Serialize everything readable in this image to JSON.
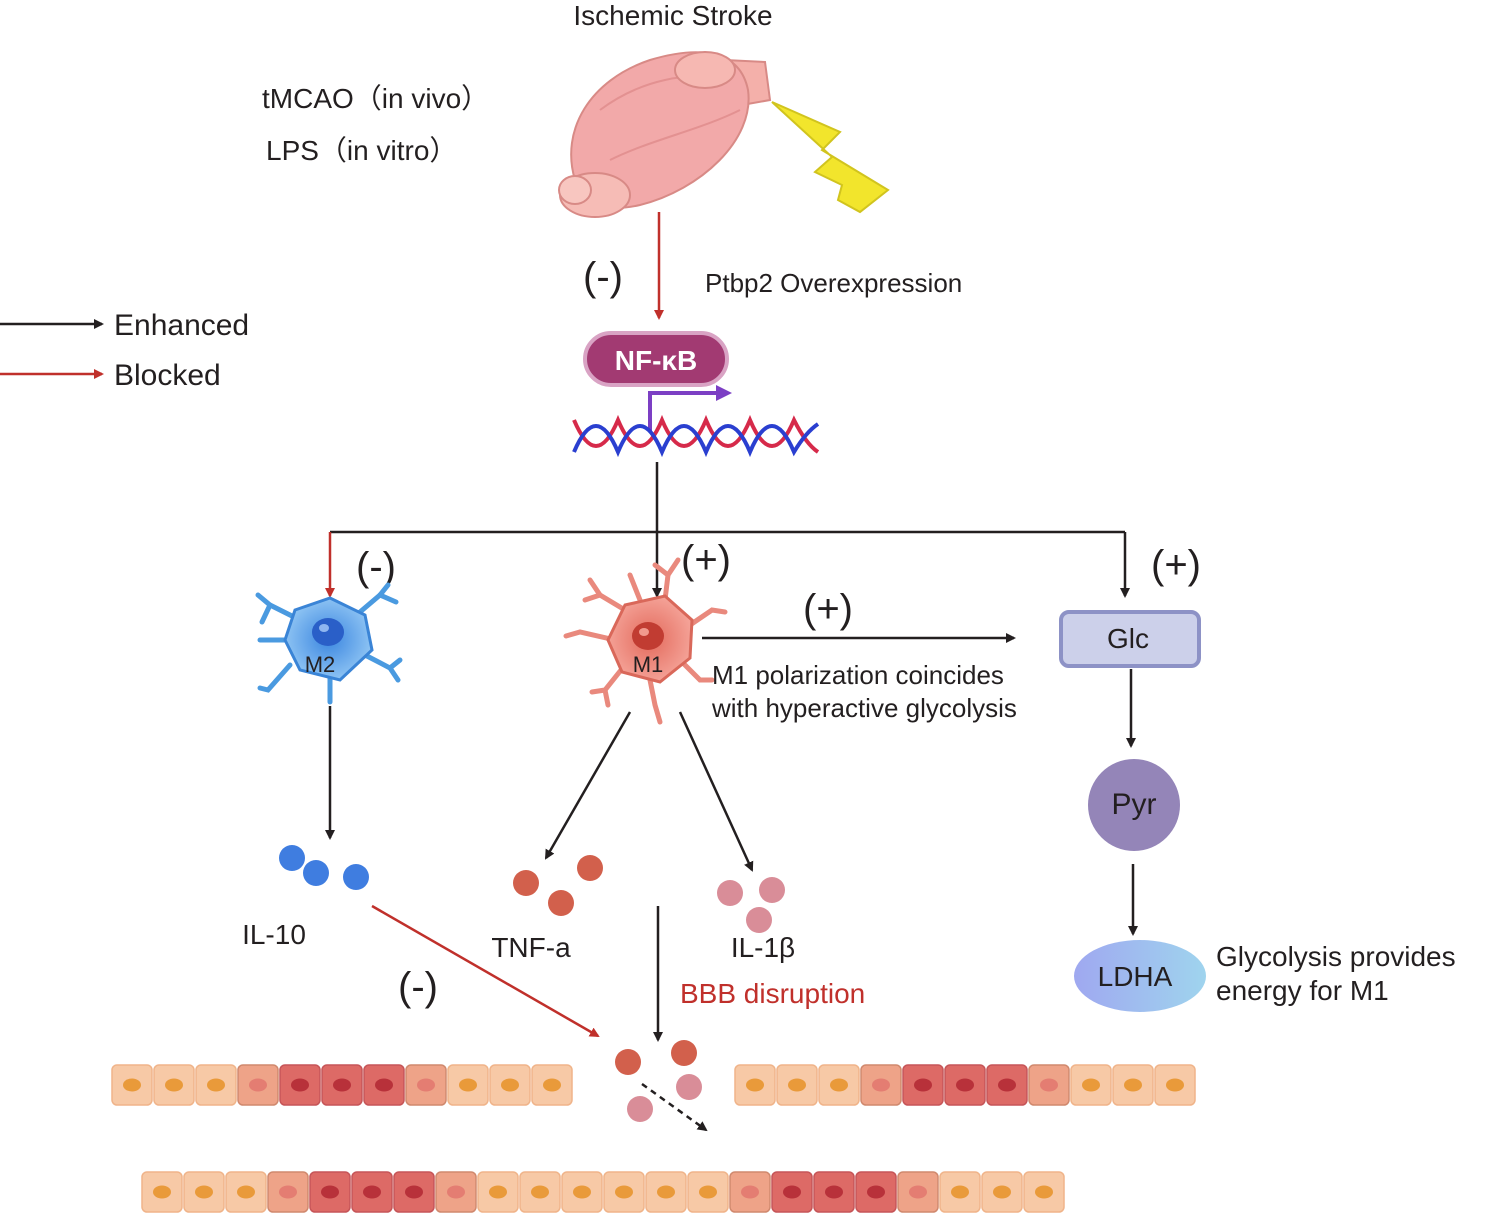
{
  "title": "Ischemic Stroke",
  "models": {
    "in_vivo": "tMCAO（in vivo）",
    "in_vitro": "LPS（in vitro）"
  },
  "legend": {
    "enhanced": "Enhanced",
    "blocked": "Blocked"
  },
  "intervention": "Ptbp2 Overexpression",
  "signs": {
    "minus": "(-)",
    "plus": "(+)"
  },
  "nfkb": "NF-κB",
  "cells": {
    "m2": "M2",
    "m1": "M1"
  },
  "m1_note": {
    "line1": "M1 polarization coincides",
    "line2": "with hyperactive glycolysis"
  },
  "cytokines": {
    "il10": "IL-10",
    "tnfa": "TNF-a",
    "il1b": "IL-1β"
  },
  "bbb": "BBB disruption",
  "glycolysis": {
    "glc": "Glc",
    "pyr": "Pyr",
    "ldha": "LDHA"
  },
  "glyco_note": {
    "line1": "Glycolysis provides",
    "line2": "energy for M1"
  },
  "colors": {
    "enhanced": "#231f20",
    "blocked": "#c0302b",
    "nfkb": "#a23a72",
    "m2": "#4a9ae0",
    "m1": "#e07a6a",
    "glc": "#ccd0ea",
    "pyr": "#9485b8",
    "ldha": "#9cc7ec",
    "il10": "#3f7de0",
    "tnfa": "#d2604c",
    "il1b": "#d98d98",
    "bbb_text": "#c0302b",
    "lightning": "#f2e52c",
    "brain": "#f2a9a9"
  }
}
